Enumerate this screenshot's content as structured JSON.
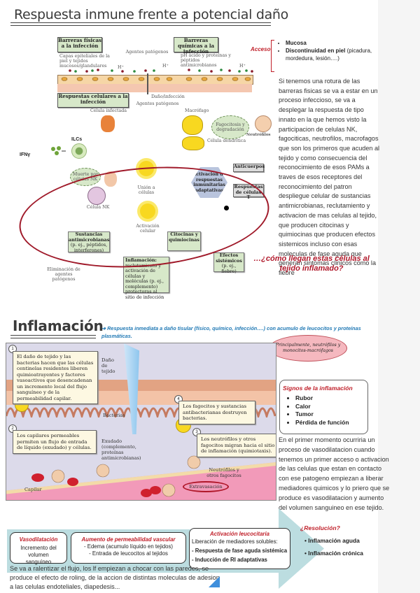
{
  "section1": {
    "title": "Respuesta inmune frente a potencial daño",
    "diagram": {
      "physical_barriers": "Barreras físicas a la infección",
      "chemical_barriers": "Barreras químicas a la infección",
      "epithelial_note": "Capas epiteliales de la piel y tejidos mucosos/glandulares",
      "pathogens_top": "Agentes patógenos",
      "ph_note": "pH ácido y proteínas y péptidos antimicrobianos",
      "hplus": "H⁺",
      "cellular_responses": "Respuestas celulares a la infección",
      "damage": "Daño/infección",
      "pathogens_mid": "Agentes patógenos",
      "infected_cell": "Célula infectada",
      "ilcs": "ILCs",
      "ifny": "IFNγ",
      "nk_death": "Muerte por células NK",
      "nk_cell": "Célula NK",
      "binding": "Unión a células",
      "macrophage": "Macrófago",
      "phagocytosis": "Fagocitosis y degradación",
      "neutrophils": "Neutrófilos",
      "dendritic": "Célula dendrítica",
      "adaptive": "Activación de respuestas inmunitarias adaptativas",
      "antibodies": "Anticuerpos",
      "tcell": "Respuestas de células T",
      "activation": "Activación celular",
      "antimicrobial_title": "Sustancias antimicrobianas",
      "antimicrobial_detail": "(p. ej., péptidos, interferones)",
      "elimination": "Eliminación de agentes patógenos",
      "cytokines": "Citocinas y quimiocinas",
      "inflammation_title": "Inflamación:",
      "inflammation_detail": "reclutamiento y activación de células y moléculas (p. ej., complemento) protectoras al sitio de infección",
      "systemic_title": "Efectos sistémicos",
      "systemic_detail": "(p. ej., fiebre)"
    },
    "access": {
      "label": "Acceso",
      "items": [
        {
          "bold": "Mucosa",
          "rest": ""
        },
        {
          "bold": "Discontinuidad en piel",
          "rest": " (picadura, mordedura, lesión….)"
        }
      ]
    },
    "paragraph": "Si tenemos una rotura de las barreras fisicas se va a estar en un proceso infeccioso, se va a desplegar la respuesta de tipo innato en la que hemos visto la participacion de celulas NK, fagociticas, neutrofilos, macrofagos que son los primeros que acuden al tejido y como consecuencia del reconocimiento de esos PAMs a traves de esos receptores del reconocimiento del patron despliegue celular de sustancias antimicrobianas, reclutamiento y activacion de mas celulas al tejido, que producen citocinas y quimiocinas que producen efectos sistemicos incluso con esas moleculas de fase aguda  que generan sintomas clinicos como la fiebre",
    "question": "…¿cómo llegan estas células al tejido inflamado?"
  },
  "section2": {
    "title": "Inflamación",
    "definition": "➔ Respuesta inmediata  a daño tisular (físico, químico, infección….) con acumulo de leucocitos y proteínas plasmáticas.",
    "speech_bubble": "Principalmente, neutrófilos y monocitos-macrófagos",
    "illustration": {
      "steps": [
        {
          "n": "1",
          "text": "El daño de tejido y las bacterias hacen que las células centinelas residentes liberen quimioatrayentes y factores vasoactivos que desencadenan un incremento local del flujo sanguíneo y de la permeabilidad capilar."
        },
        {
          "n": "2",
          "text": "Los capilares permeables permiten un flujo de entrada de líquido (exudado) y células."
        },
        {
          "n": "3",
          "text": "Los neutrófilos y otros fagocitos migran hacia el sitio de inflamación (quimiotaxis)."
        },
        {
          "n": "4",
          "text": "Los fagocitos y sustancias antibacterianas destruyen bacterias."
        }
      ],
      "tissue_damage": "Daño de tejido",
      "bacteria": "Bacterias",
      "exudate": "Exudado (complemento, proteínas antimicrobianas)",
      "neutrophils": "Neutrófilos y otros fagocitos",
      "extravasation": "Extravasación",
      "capillary": "Capilar"
    },
    "signs": {
      "title": "Signos de la inflamación",
      "items": [
        "Rubor",
        "Calor",
        "Tumor",
        "Pérdida de función"
      ]
    },
    "paragraph": "En el primer momento ocurriria un proceso de vasodilatacion cuando tenemos un primer acceso o activacion de las celulas que estan en contacto con ese patogeno empiezan a liberar mediadores quimicos y lo priero que se produce es vasodilatacion y aumento del volumen sanguineo en ese tejido.",
    "flow": {
      "vasodilatation": {
        "title": "Vasodilatación",
        "text": "Incremento del volumen sanguíneo"
      },
      "permeability": {
        "title": "Aumento de permeabilidad vascular",
        "lines": [
          "- Edema (acumulo líquido en tejidos)",
          "- Entrada de leucocitos al tejidos"
        ]
      },
      "activation": {
        "title": "Activación leucocitaria",
        "lines": [
          "Liberación de mediadores solubles:",
          "- Respuesta de fase aguda sistémica",
          "- Inducción de RI adaptativas"
        ]
      }
    },
    "paragraph2": "Se va a ralentizar el flujo, los lf empiezan a chocar con las paredes, se produce el efecto de roling, de la accion de distintas moleculas de adesion a las celulas endoteliales, diapedesis...",
    "resolution": {
      "title": "¿Resolución?",
      "items": [
        "Inflamación aguda",
        "Inflamación crónica"
      ]
    }
  }
}
